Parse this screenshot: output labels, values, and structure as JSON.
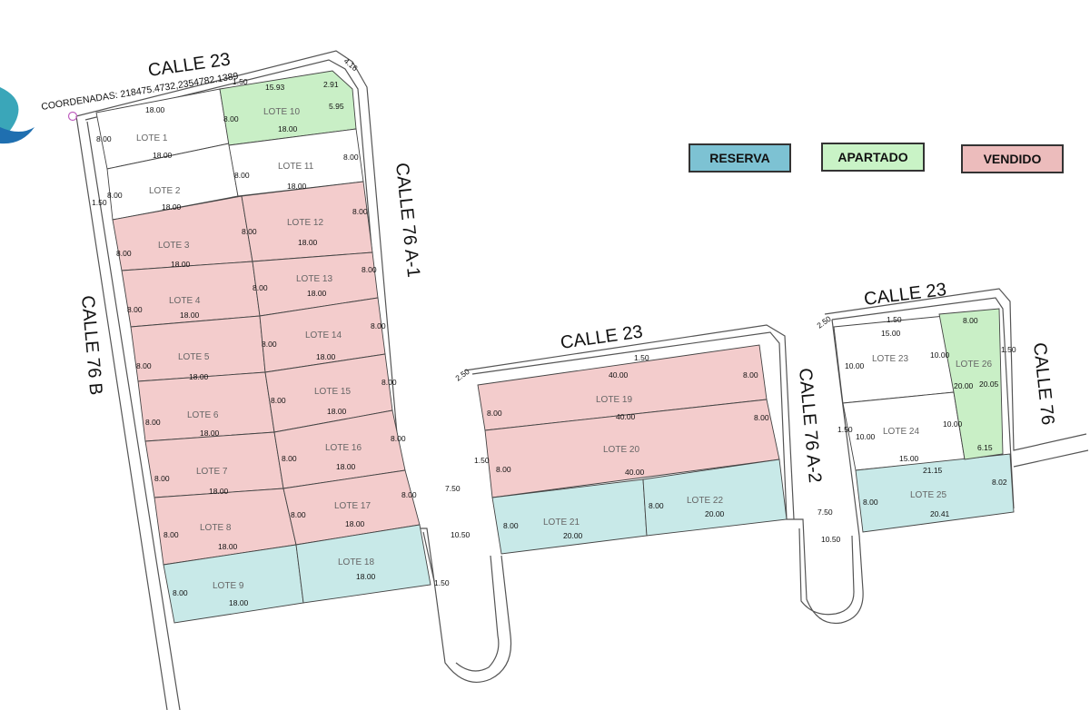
{
  "legend": {
    "reserva": "RESERVA",
    "apartado": "APARTADO",
    "vendido": "VENDIDO"
  },
  "colors": {
    "reserva": "#c8e9e8",
    "apartado": "#c9efc6",
    "vendido": "#f3cccc",
    "reserva_legend": "#7dc2d3",
    "apartado_legend": "#c9f3c6",
    "vendido_legend": "#ecbcbc"
  },
  "streets": {
    "calle23_a": "CALLE 23",
    "calle76b": "CALLE 76 B",
    "calle76a1": "CALLE 76 A-1",
    "calle23_b": "CALLE 23",
    "calle76a2": "CALLE 76 A-2",
    "calle23_c": "CALLE 23",
    "calle76": "CALLE 76"
  },
  "coordinates": "COORDENADAS: 218475.4732,2354782.1389",
  "lots": [
    {
      "id": "lote1",
      "label": "LOTE 1",
      "status": "none"
    },
    {
      "id": "lote2",
      "label": "LOTE 2",
      "status": "none"
    },
    {
      "id": "lote3",
      "label": "LOTE 3",
      "status": "vendido"
    },
    {
      "id": "lote4",
      "label": "LOTE 4",
      "status": "vendido"
    },
    {
      "id": "lote5",
      "label": "LOTE 5",
      "status": "vendido"
    },
    {
      "id": "lote6",
      "label": "LOTE 6",
      "status": "vendido"
    },
    {
      "id": "lote7",
      "label": "LOTE 7",
      "status": "vendido"
    },
    {
      "id": "lote8",
      "label": "LOTE 8",
      "status": "vendido"
    },
    {
      "id": "lote9",
      "label": "LOTE 9",
      "status": "reserva"
    },
    {
      "id": "lote10",
      "label": "LOTE 10",
      "status": "apartado"
    },
    {
      "id": "lote11",
      "label": "LOTE 11",
      "status": "none"
    },
    {
      "id": "lote12",
      "label": "LOTE 12",
      "status": "vendido"
    },
    {
      "id": "lote13",
      "label": "LOTE 13",
      "status": "vendido"
    },
    {
      "id": "lote14",
      "label": "LOTE 14",
      "status": "vendido"
    },
    {
      "id": "lote15",
      "label": "LOTE 15",
      "status": "vendido"
    },
    {
      "id": "lote16",
      "label": "LOTE 16",
      "status": "vendido"
    },
    {
      "id": "lote17",
      "label": "LOTE 17",
      "status": "vendido"
    },
    {
      "id": "lote18",
      "label": "LOTE 18",
      "status": "reserva"
    },
    {
      "id": "lote19",
      "label": "LOTE 19",
      "status": "vendido"
    },
    {
      "id": "lote20",
      "label": "LOTE 20",
      "status": "vendido"
    },
    {
      "id": "lote21",
      "label": "LOTE 21",
      "status": "reserva"
    },
    {
      "id": "lote22",
      "label": "LOTE 22",
      "status": "reserva"
    },
    {
      "id": "lote23",
      "label": "LOTE 23",
      "status": "none"
    },
    {
      "id": "lote24",
      "label": "LOTE 24",
      "status": "none"
    },
    {
      "id": "lote25",
      "label": "LOTE 25",
      "status": "reserva"
    },
    {
      "id": "lote26",
      "label": "LOTE 26",
      "status": "apartado"
    }
  ],
  "dims": [
    "18.00",
    "8.00",
    "1.50",
    "15.93",
    "2.91",
    "5.95",
    "4.16",
    "40.00",
    "20.00",
    "7.50",
    "10.50",
    "2.50",
    "15.00",
    "10.00",
    "20.05",
    "6.15",
    "21.15",
    "8.02",
    "20.41"
  ]
}
